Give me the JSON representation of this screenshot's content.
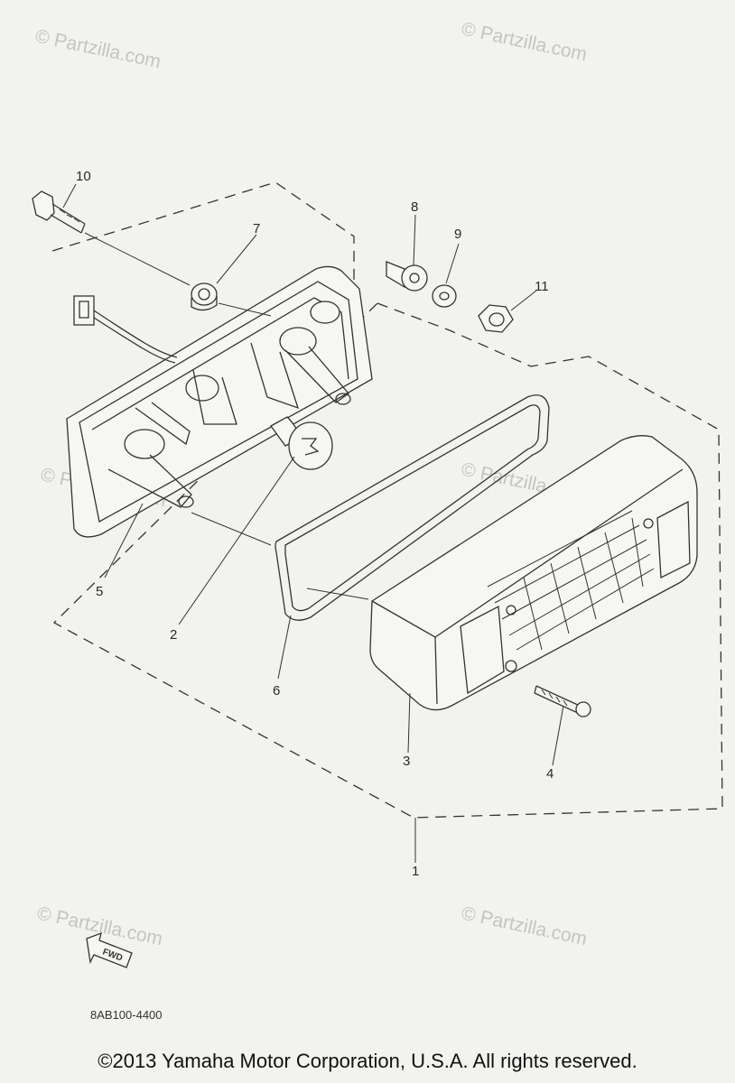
{
  "watermarks": [
    "© Partzilla.com",
    "© Partzilla.com",
    "© Partzilla.com",
    "© Partzilla.com",
    "© Partzilla.com",
    "© Partzilla.com"
  ],
  "callouts": [
    {
      "id": "10",
      "label": "10"
    },
    {
      "id": "7",
      "label": "7"
    },
    {
      "id": "8",
      "label": "8"
    },
    {
      "id": "9",
      "label": "9"
    },
    {
      "id": "11",
      "label": "11"
    },
    {
      "id": "5",
      "label": "5"
    },
    {
      "id": "2",
      "label": "2"
    },
    {
      "id": "6",
      "label": "6"
    },
    {
      "id": "3",
      "label": "3"
    },
    {
      "id": "4",
      "label": "4"
    },
    {
      "id": "1",
      "label": "1"
    }
  ],
  "fwd_arrow_label": "FWD",
  "diagram_code": "8AB100-4400",
  "copyright": "©2013  Yamaha Motor Corporation, U.S.A. All rights reserved."
}
